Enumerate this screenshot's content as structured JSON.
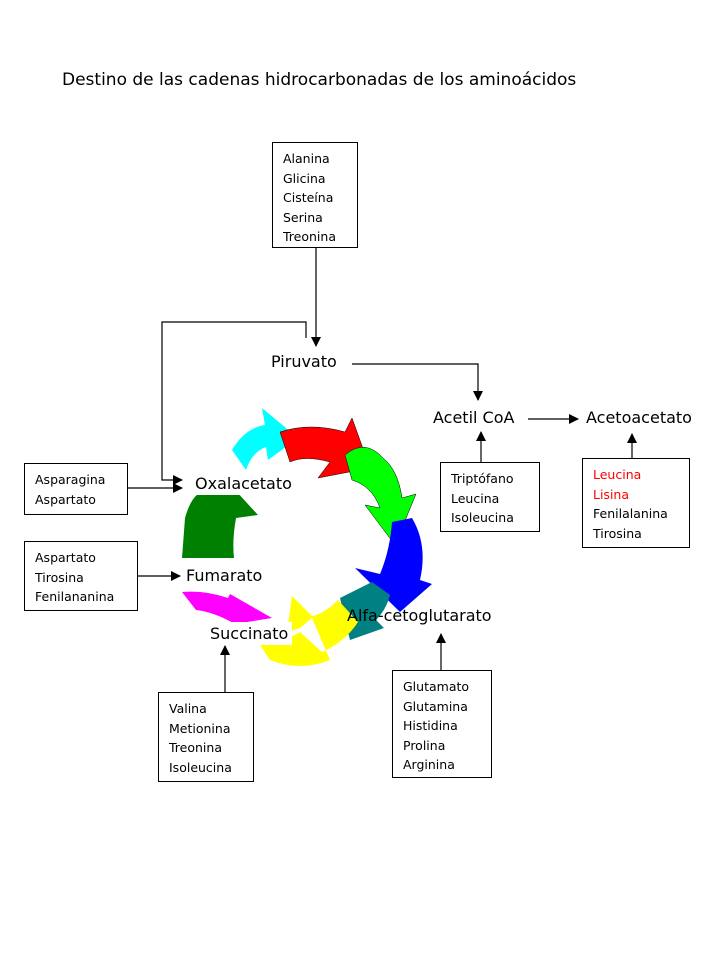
{
  "title": "Destino de las cadenas hidrocarbonadas de los aminoácidos",
  "boxes": {
    "top": [
      "Alanina",
      "Glicina",
      "Cisteína",
      "Serina",
      "Treonina"
    ],
    "left_upper": [
      "Asparagina",
      "Aspartato"
    ],
    "left_lower": [
      "Aspartato",
      "Tirosina",
      "Fenilananina"
    ],
    "bottom_left": [
      "Valina",
      "Metionina",
      "Treonina",
      "Isoleucina"
    ],
    "bottom_right": [
      "Glutamato",
      "Glutamina",
      "Histidina",
      "Prolina",
      "Arginina"
    ],
    "mid_right": [
      "Triptófano",
      "Leucina",
      "Isoleucina"
    ],
    "far_right": [
      "Leucina",
      "Lisina",
      "Fenilalanina",
      "Tirosina"
    ]
  },
  "nodes": {
    "piruvato": "Piruvato",
    "acetil": "Acetil CoA",
    "acetoacetato": "Acetoacetato",
    "oxalacetato": "Oxalacetato",
    "fumarato": "Fumarato",
    "succinato": "Succinato",
    "alfa": "Alfa-cetoglutarato"
  },
  "colors": {
    "cycle": [
      "#ff0000",
      "#00ff00",
      "#0000ff",
      "#008080",
      "#ffff00",
      "#ff00ff",
      "#008000",
      "#00ffff"
    ],
    "highlight_text": "#ff0000"
  }
}
